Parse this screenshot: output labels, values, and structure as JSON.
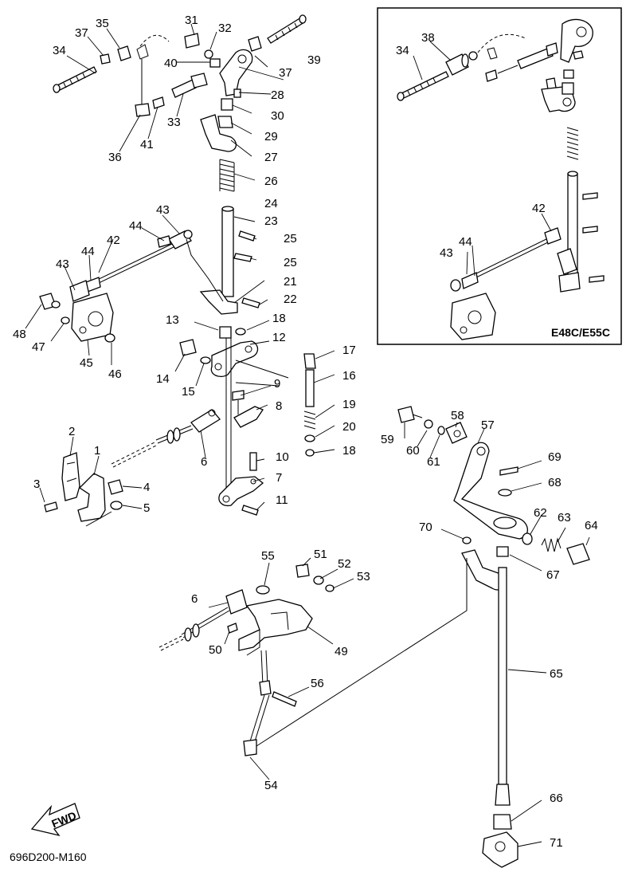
{
  "labels": {
    "n1": "1",
    "n2": "2",
    "n3": "3",
    "n4": "4",
    "n5": "5",
    "n6": "6",
    "n6b": "6",
    "n7": "7",
    "n8": "8",
    "n9": "9",
    "n10": "10",
    "n11": "11",
    "n12": "12",
    "n13": "13",
    "n14": "14",
    "n15": "15",
    "n16": "16",
    "n17": "17",
    "n18": "18",
    "n18b": "18",
    "n19": "19",
    "n20": "20",
    "n21": "21",
    "n22": "22",
    "n23": "23",
    "n24": "24",
    "n25": "25",
    "n25b": "25",
    "n26": "26",
    "n27": "27",
    "n28": "28",
    "n29": "29",
    "n30": "30",
    "n31": "31",
    "n32": "32",
    "n33": "33",
    "n34": "34",
    "n34b": "34",
    "n35": "35",
    "n36": "36",
    "n37": "37",
    "n37b": "37",
    "n38": "38",
    "n39": "39",
    "n40": "40",
    "n41": "41",
    "n42": "42",
    "n42b": "42",
    "n43": "43",
    "n43b": "43",
    "n43c": "43",
    "n44": "44",
    "n44b": "44",
    "n44c": "44",
    "n45": "45",
    "n46": "46",
    "n47": "47",
    "n48": "48",
    "n49": "49",
    "n50": "50",
    "n51": "51",
    "n52": "52",
    "n53": "53",
    "n54": "54",
    "n55": "55",
    "n56": "56",
    "n57": "57",
    "n58": "58",
    "n59": "59",
    "n60": "60",
    "n61": "61",
    "n62": "62",
    "n63": "63",
    "n64": "64",
    "n65": "65",
    "n66": "66",
    "n67": "67",
    "n68": "68",
    "n69": "69",
    "n70": "70",
    "n71": "71"
  },
  "inset_label": "E48C/E55C",
  "figure_code": "696D200-M160",
  "fwd_label": "FWD"
}
